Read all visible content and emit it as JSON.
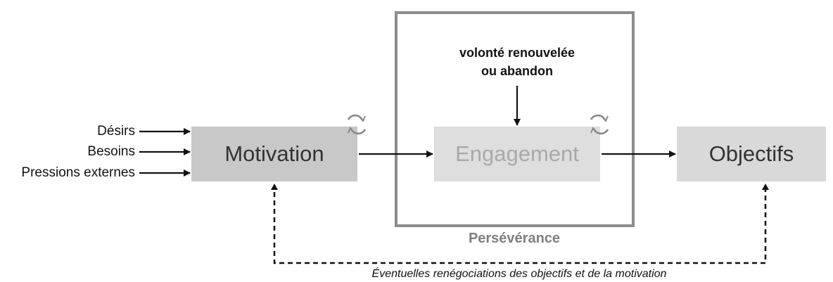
{
  "inputs": [
    "Désirs",
    "Besoins",
    "Pressions externes"
  ],
  "boxes": {
    "motivation": "Motivation",
    "engagement": "Engagement",
    "objectifs": "Objectifs"
  },
  "note": {
    "line1": "volonté renouvelée",
    "line2": "ou abandon"
  },
  "frame_label": "Persévérance",
  "feedback_label": "Éventuelles renégociations des objectifs et de la motivation",
  "colors": {
    "motivation_fill": "#c8c8c8",
    "engagement_fill": "#dedede",
    "objectifs_fill": "#d9d9d9",
    "frame_stroke": "#8c8c8c",
    "cycle_icon": "#8a8a8a"
  }
}
